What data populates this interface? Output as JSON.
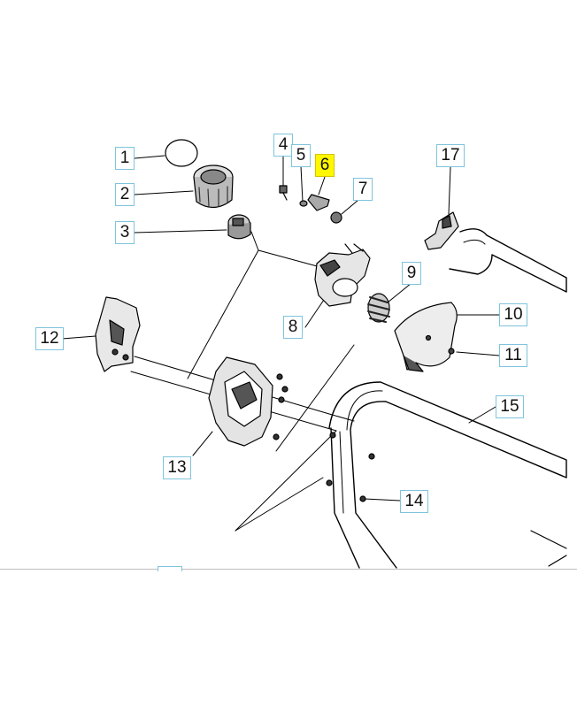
{
  "diagram": {
    "callouts": [
      {
        "id": "1",
        "label": "1",
        "highlight": false
      },
      {
        "id": "2",
        "label": "2",
        "highlight": false
      },
      {
        "id": "3",
        "label": "3",
        "highlight": false
      },
      {
        "id": "4",
        "label": "4",
        "highlight": false
      },
      {
        "id": "5",
        "label": "5",
        "highlight": false
      },
      {
        "id": "6",
        "label": "6",
        "highlight": true
      },
      {
        "id": "7",
        "label": "7",
        "highlight": false
      },
      {
        "id": "8",
        "label": "8",
        "highlight": false
      },
      {
        "id": "9",
        "label": "9",
        "highlight": false
      },
      {
        "id": "10",
        "label": "10",
        "highlight": false
      },
      {
        "id": "11",
        "label": "11",
        "highlight": false
      },
      {
        "id": "12",
        "label": "12",
        "highlight": false
      },
      {
        "id": "13",
        "label": "13",
        "highlight": false
      },
      {
        "id": "14",
        "label": "14",
        "highlight": false
      },
      {
        "id": "15",
        "label": "15",
        "highlight": false
      },
      {
        "id": "17",
        "label": "17",
        "highlight": false
      }
    ],
    "colors": {
      "callout_border": "#7fc4dc",
      "highlight": "#fff700",
      "line": "#000000"
    }
  }
}
